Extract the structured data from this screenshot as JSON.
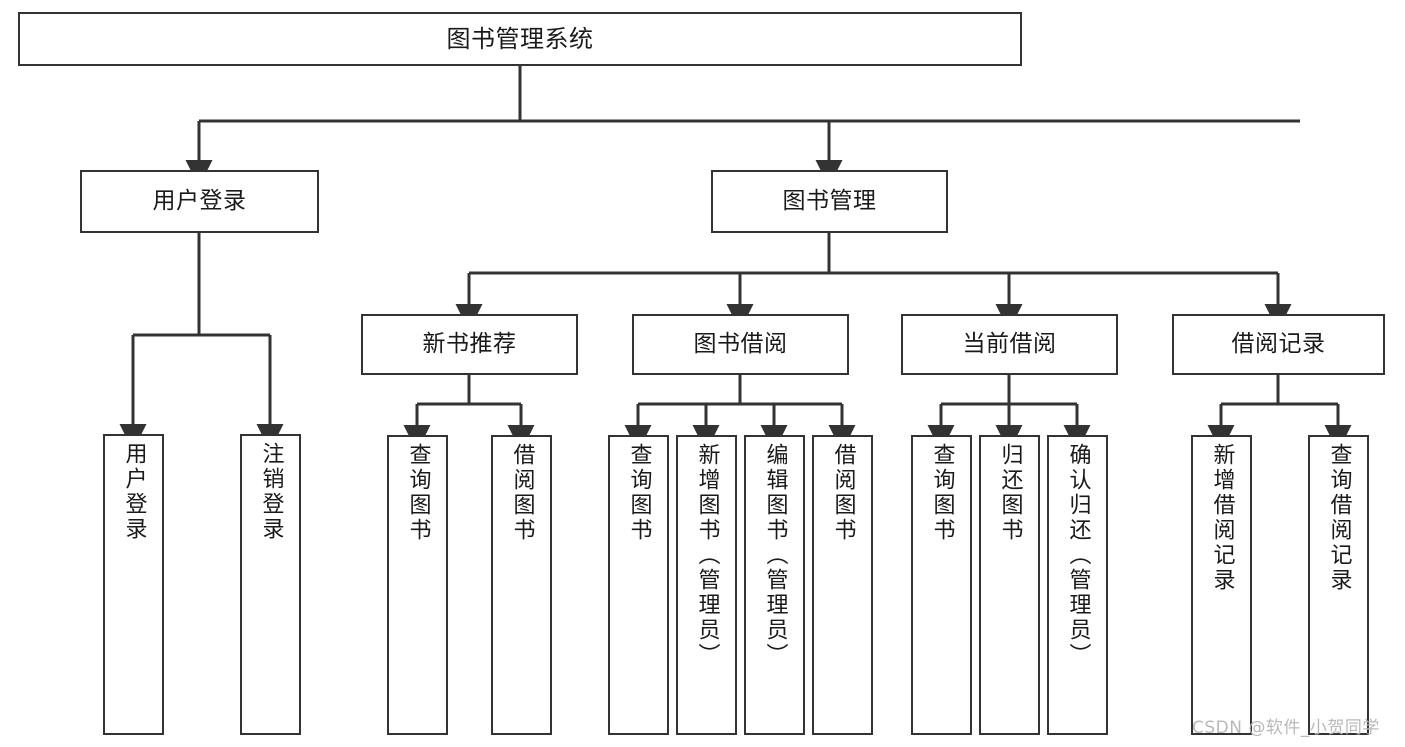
{
  "diagram": {
    "title": "图书管理系统",
    "type": "tree",
    "orientation": "top-down",
    "line_color": "#333333",
    "box_border_color": "#333333",
    "box_fill_color": "#ffffff",
    "text_color": "#1a1a1a",
    "background_color": "#ffffff"
  },
  "nodes": {
    "root": {
      "label": "图书管理系统",
      "level": 1
    },
    "l2": [
      {
        "id": "user-login",
        "label": "用户登录",
        "level": 2
      },
      {
        "id": "book-management",
        "label": "图书管理",
        "level": 2
      }
    ],
    "l3": [
      {
        "id": "new-book-recommend",
        "label": "新书推荐",
        "level": 3,
        "parent": "book-management"
      },
      {
        "id": "book-borrow",
        "label": "图书借阅",
        "level": 3,
        "parent": "book-management"
      },
      {
        "id": "current-borrow",
        "label": "当前借阅",
        "level": 3,
        "parent": "book-management"
      },
      {
        "id": "borrow-record",
        "label": "借阅记录",
        "level": 3,
        "parent": "book-management"
      }
    ],
    "leaves": [
      {
        "id": "leaf-user-login",
        "label": "用户登录",
        "parent": "user-login"
      },
      {
        "id": "leaf-user-logout",
        "label": "注销登录",
        "parent": "user-login"
      },
      {
        "id": "leaf-query-book-1",
        "label": "查询图书",
        "parent": "new-book-recommend"
      },
      {
        "id": "leaf-borrow-book-1",
        "label": "借阅图书",
        "parent": "new-book-recommend"
      },
      {
        "id": "leaf-query-book-2",
        "label": "查询图书",
        "parent": "book-borrow"
      },
      {
        "id": "leaf-add-book",
        "label": "新增图书（管理员）",
        "parent": "book-borrow"
      },
      {
        "id": "leaf-edit-book",
        "label": "编辑图书（管理员）",
        "parent": "book-borrow"
      },
      {
        "id": "leaf-borrow-book-2",
        "label": "借阅图书",
        "parent": "book-borrow"
      },
      {
        "id": "leaf-query-book-3",
        "label": "查询图书",
        "parent": "current-borrow"
      },
      {
        "id": "leaf-return-book",
        "label": "归还图书",
        "parent": "current-borrow"
      },
      {
        "id": "leaf-confirm-return",
        "label": "确认归还（管理员）",
        "parent": "current-borrow"
      },
      {
        "id": "leaf-add-record",
        "label": "新增借阅记录",
        "parent": "borrow-record"
      },
      {
        "id": "leaf-query-record",
        "label": "查询借阅记录",
        "parent": "borrow-record"
      }
    ]
  },
  "watermark": {
    "text": "CSDN @软件_小贺同学"
  }
}
